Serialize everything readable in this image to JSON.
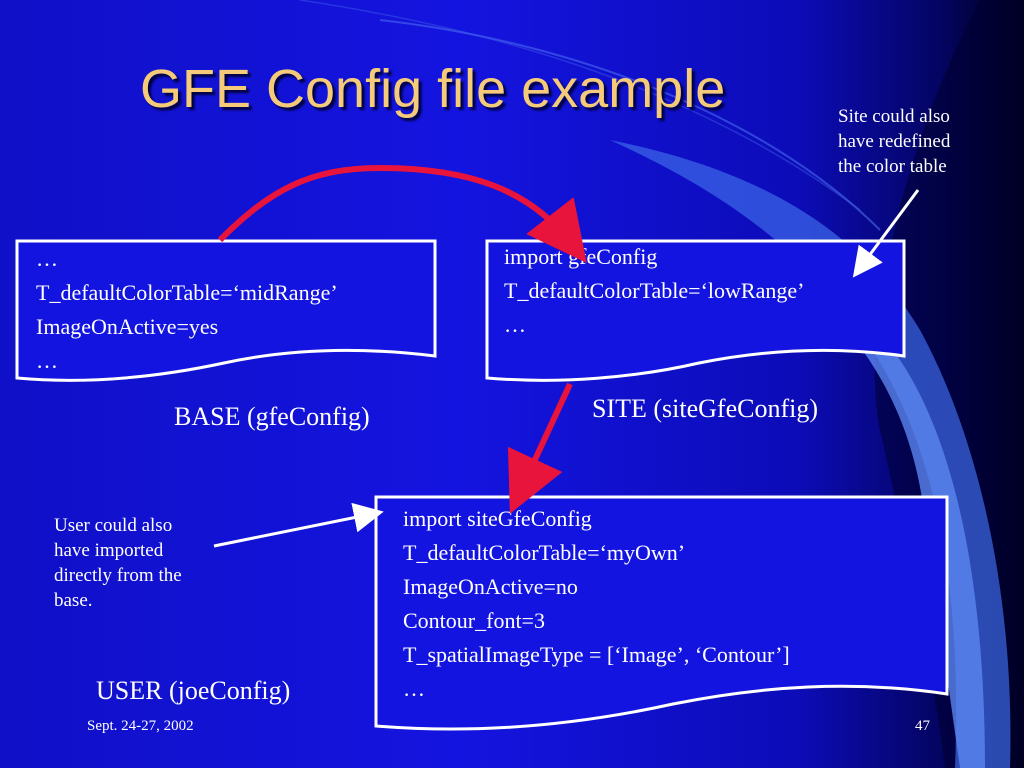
{
  "slide": {
    "title": "GFE Config file example",
    "boxes": {
      "base": {
        "lines": [
          "…",
          "T_defaultColorTable=‘midRange’",
          "ImageOnActive=yes",
          "…"
        ]
      },
      "site": {
        "lines": [
          "import gfeConfig",
          "T_defaultColorTable=‘lowRange’",
          "…"
        ]
      },
      "user": {
        "lines": [
          "import siteGfeConfig",
          "T_defaultColorTable=‘myOwn’",
          "ImageOnActive=no",
          "Contour_font=3",
          "T_spatialImageType = [‘Image’, ‘Contour’]",
          "…"
        ]
      }
    },
    "labels": {
      "base": "BASE (gfeConfig)",
      "site": "SITE (siteGfeConfig)",
      "user": "USER (joeConfig)"
    },
    "notes": {
      "site": [
        "Site could also",
        "have redefined",
        "the color table"
      ],
      "user": [
        "User could also",
        "have imported",
        "directly from the",
        "base."
      ]
    },
    "footer": {
      "date": "Sept. 24-27, 2002",
      "page": "47"
    },
    "colors": {
      "background": "#1414e0",
      "title": "#f5cb7a",
      "arrow": "#e8143c",
      "text": "#ffffff"
    }
  }
}
